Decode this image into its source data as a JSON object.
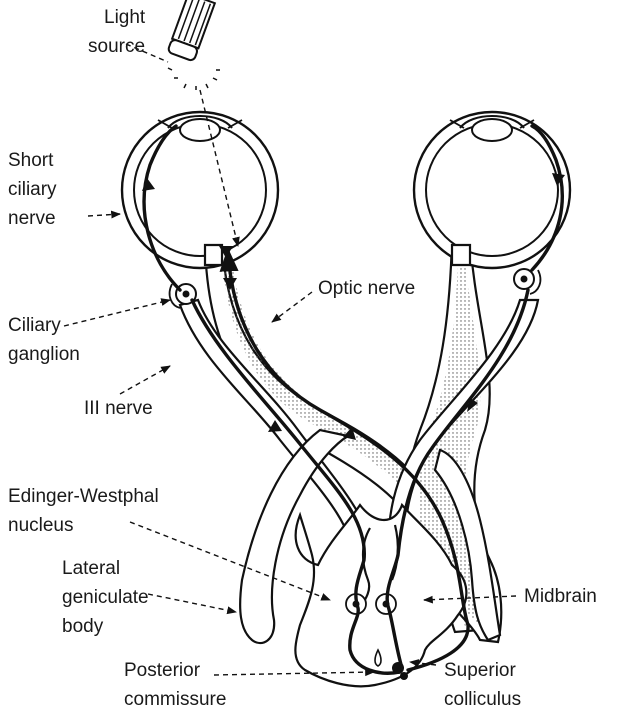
{
  "labels": {
    "light_source": [
      "Light",
      "source"
    ],
    "short_ciliary_nerve": [
      "Short",
      "ciliary",
      "nerve"
    ],
    "optic_nerve": "Optic nerve",
    "ciliary_ganglion": [
      "Ciliary",
      "ganglion"
    ],
    "iii_nerve": "III nerve",
    "edinger_westphal": [
      "Edinger-Westphal",
      "nucleus"
    ],
    "lateral_geniculate": [
      "Lateral",
      "geniculate",
      "body"
    ],
    "midbrain": "Midbrain",
    "posterior_commissure": [
      "Posterior",
      "commissure"
    ],
    "superior_colliculus": [
      "Superior",
      "colliculus"
    ]
  }
}
